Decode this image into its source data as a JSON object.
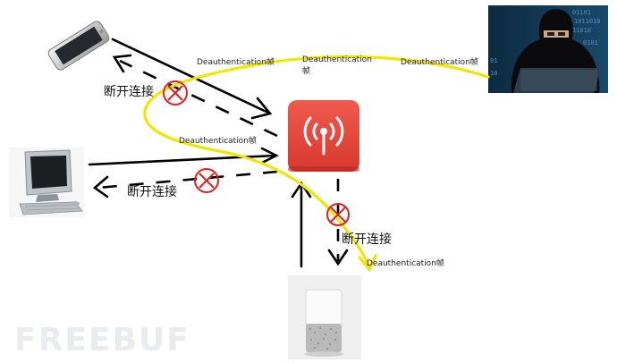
{
  "labels": {
    "disconnect_1": "断开连接",
    "disconnect_2": "断开连接",
    "disconnect_3": "断开连接",
    "deauth_1": "Deauthentication帧",
    "deauth_2_line1": "Deauthentication",
    "deauth_2_line2": "帧",
    "deauth_3": "Deauthentication帧",
    "deauth_4": "Deauthentication帧",
    "deauth_5": "Deauthentication帧"
  },
  "watermark": "FREEBUF",
  "colors": {
    "attack_path": "#f2e600",
    "router_red": "#e4463b",
    "block_mark": "#e02020",
    "arrow": "#000000",
    "watermark": "#e6e9ec"
  },
  "icons": {
    "router": "wifi-router-icon",
    "phone": "smartphone-icon",
    "computer": "desktop-computer-icon",
    "speaker": "smart-speaker-icon",
    "attacker": "hacker-icon"
  }
}
